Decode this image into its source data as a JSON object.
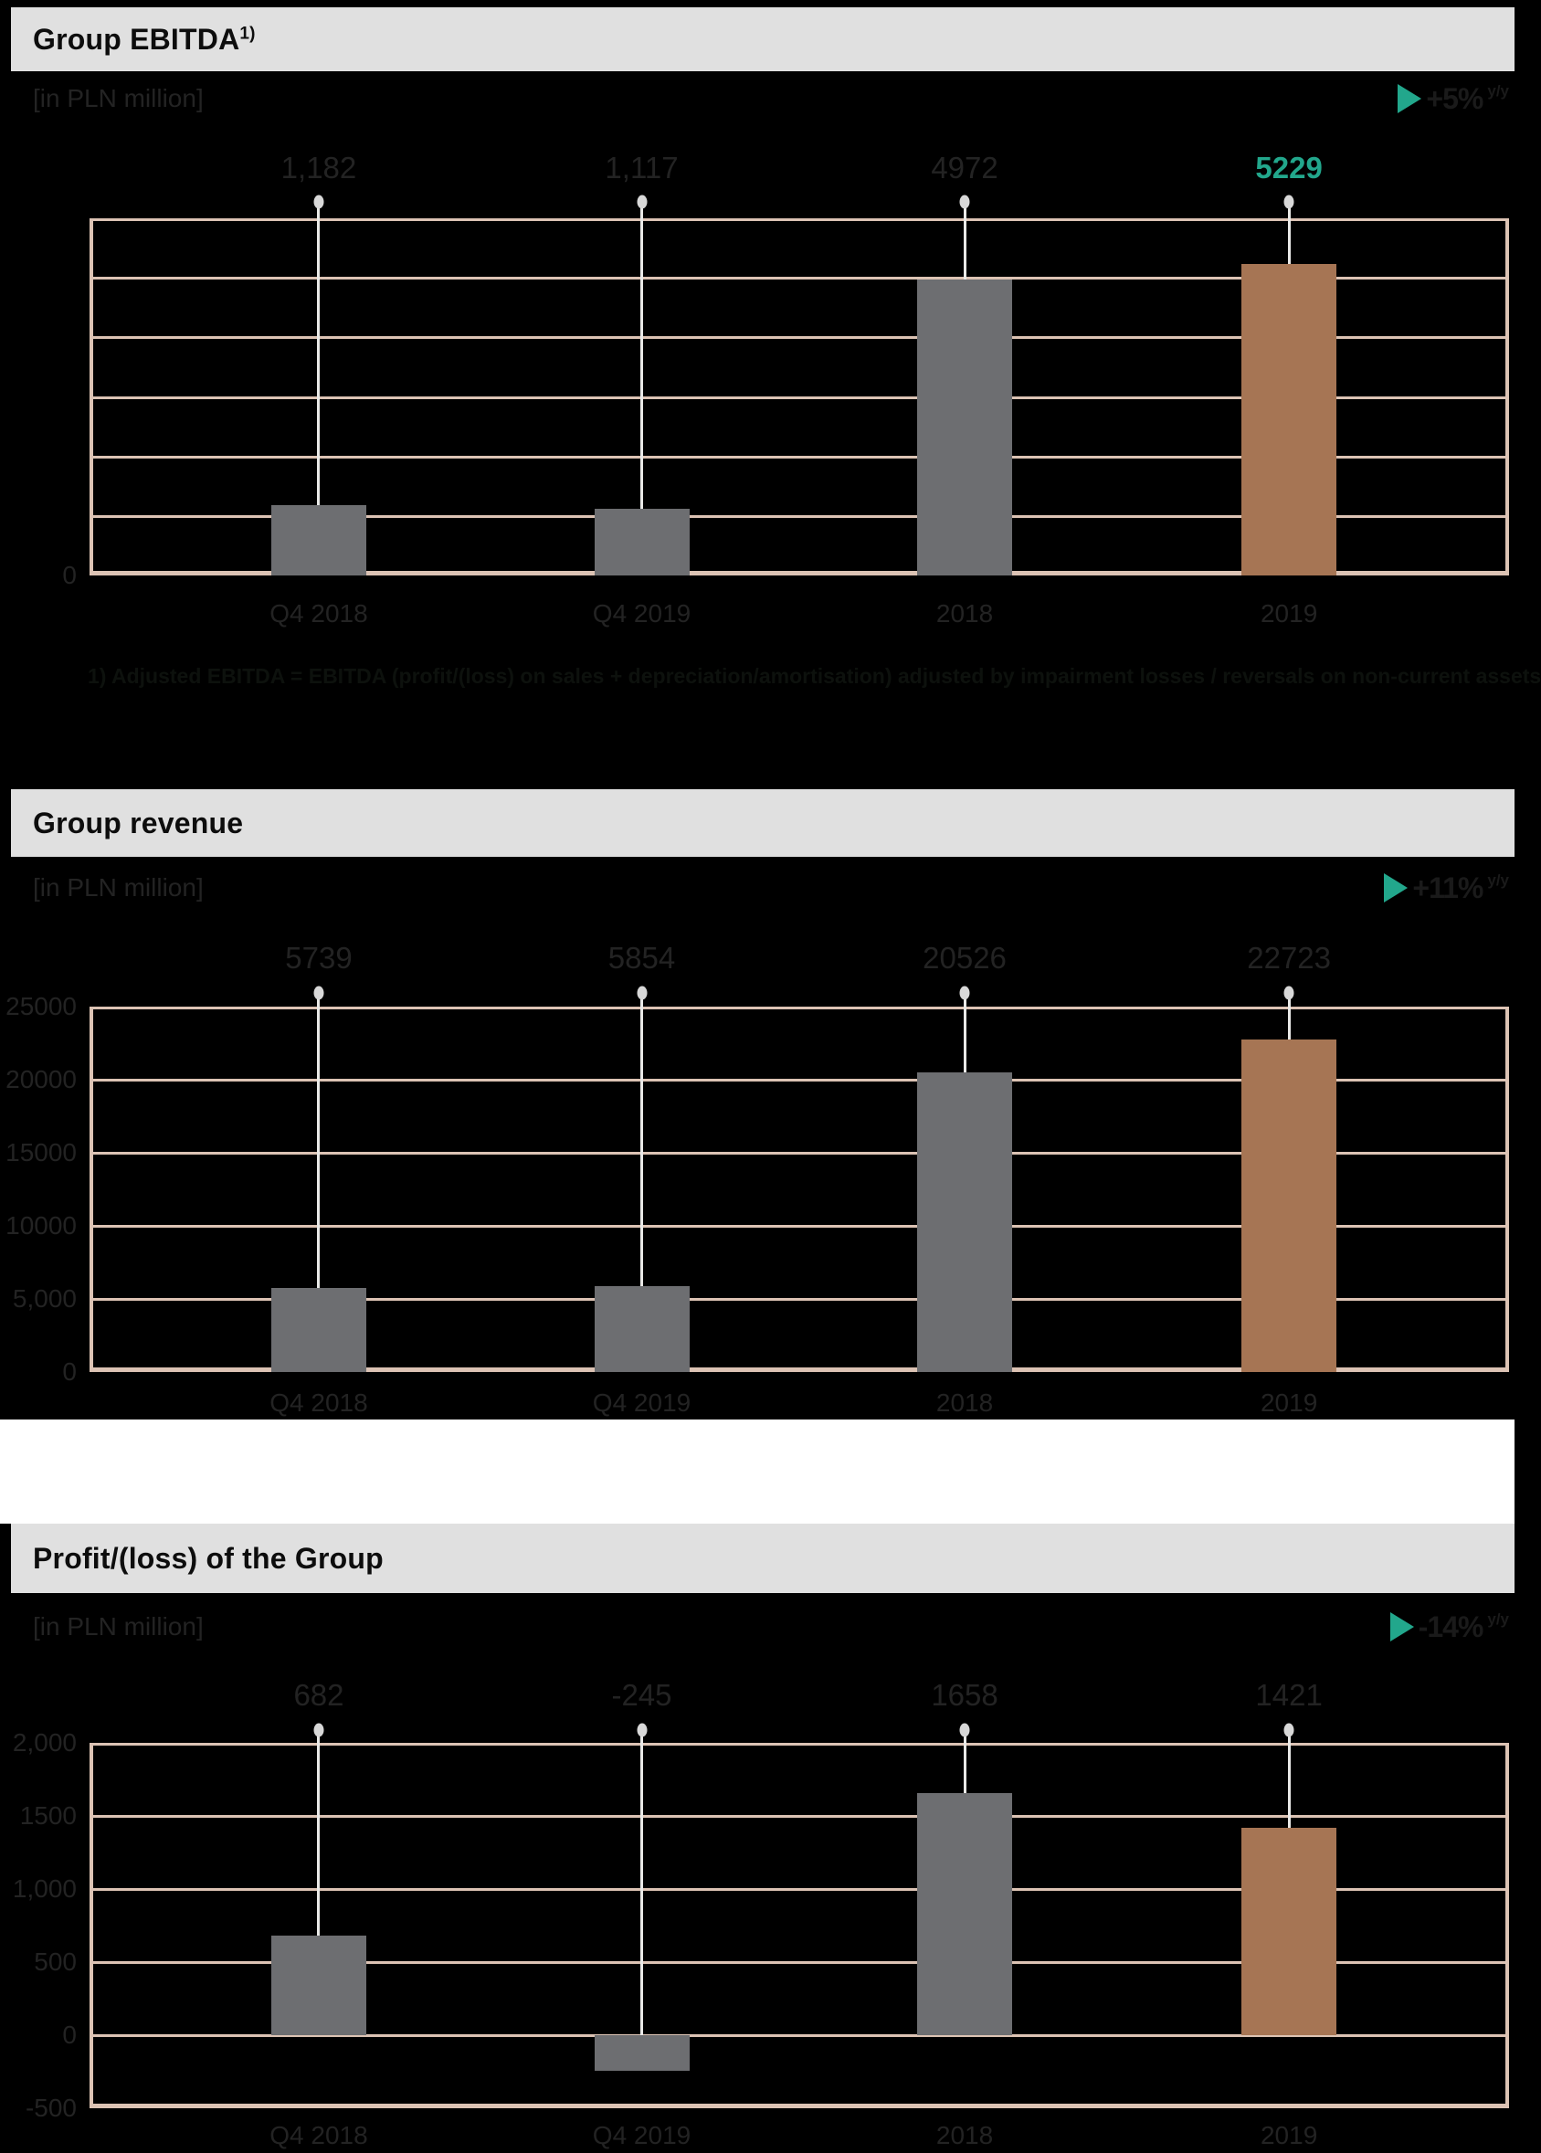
{
  "colors": {
    "page_background": "#000000",
    "header_band": "#E0E0E0",
    "title_text": "#0D0D0D",
    "dim_text": "#232323",
    "grid_line": "#DCC3B4",
    "bar_gray": "#6D6E71",
    "bar_bronze": "#A67554",
    "accent_teal": "#22A78C",
    "marker_dot": "#D8D8D8",
    "connector_line": "#E9E9E7",
    "section_divider": "#FFFFFF",
    "footnote_text": "#0D110D",
    "badge_text": "#1A1A1A"
  },
  "chart_data": [
    {
      "type": "bar",
      "title": "Group EBITDA",
      "title_superscript": "1)",
      "unit_label": "[in PLN million]",
      "badge": {
        "icon": "triangle-right-icon",
        "change": "+5%",
        "suffix": "y/y"
      },
      "categories": [
        "Q4 2018",
        "Q4 2019",
        "2018",
        "2019"
      ],
      "values": [
        1182,
        1117,
        4972,
        5229
      ],
      "value_labels": [
        "1,182",
        "1,117",
        "4972",
        "5229"
      ],
      "highlight_index": 3,
      "bar_colors": [
        "#6D6E71",
        "#6D6E71",
        "#6D6E71",
        "#A67554"
      ],
      "ylim": [
        0,
        6000
      ],
      "grid_step": 1000,
      "grid": true,
      "legend": false,
      "y_tick_labels": [
        {
          "text": "0",
          "value": 0
        }
      ],
      "footnote": "1) Adjusted EBITDA = EBITDA (profit/(loss) on sales + depreciation/amortisation) adjusted by impairment losses / reversals on non-current assets"
    },
    {
      "type": "bar",
      "title": "Group revenue",
      "title_superscript": "",
      "unit_label": "[in PLN million]",
      "badge": {
        "icon": "triangle-right-icon",
        "change": "+11%",
        "suffix": "y/y"
      },
      "categories": [
        "Q4 2018",
        "Q4 2019",
        "2018",
        "2019"
      ],
      "values": [
        5739,
        5854,
        20526,
        22723
      ],
      "value_labels": [
        "5739",
        "5854",
        "20526",
        "22723"
      ],
      "highlight_index": -1,
      "bar_colors": [
        "#6D6E71",
        "#6D6E71",
        "#6D6E71",
        "#A67554"
      ],
      "ylim": [
        0,
        25000
      ],
      "grid_step": 5000,
      "grid": true,
      "legend": false,
      "y_tick_labels": [
        {
          "text": "25000",
          "value": 25000
        },
        {
          "text": "20000",
          "value": 20000
        },
        {
          "text": "15000",
          "value": 15000
        },
        {
          "text": "10000",
          "value": 10000
        },
        {
          "text": "5,000",
          "value": 5000
        },
        {
          "text": "0",
          "value": 0
        }
      ],
      "footnote": ""
    },
    {
      "type": "bar",
      "title": "Profit/(loss) of the Group",
      "title_superscript": "",
      "unit_label": "[in PLN million]",
      "badge": {
        "icon": "triangle-right-icon",
        "change": "-14%",
        "suffix": "y/y"
      },
      "categories": [
        "Q4 2018",
        "Q4 2019",
        "2018",
        "2019"
      ],
      "values": [
        682,
        -245,
        1658,
        1421
      ],
      "value_labels": [
        "682",
        "-245",
        "1658",
        "1421"
      ],
      "highlight_index": -1,
      "bar_colors": [
        "#6D6E71",
        "#6D6E71",
        "#6D6E71",
        "#A67554"
      ],
      "ylim": [
        -500,
        2000
      ],
      "grid_step": 500,
      "grid": true,
      "legend": false,
      "y_tick_labels": [
        {
          "text": "2,000",
          "value": 2000
        },
        {
          "text": "1500",
          "value": 1500
        },
        {
          "text": "1,000",
          "value": 1000
        },
        {
          "text": "500",
          "value": 500
        },
        {
          "text": "0",
          "value": 0
        },
        {
          "text": "-500",
          "value": -500
        }
      ],
      "footnote": ""
    }
  ]
}
